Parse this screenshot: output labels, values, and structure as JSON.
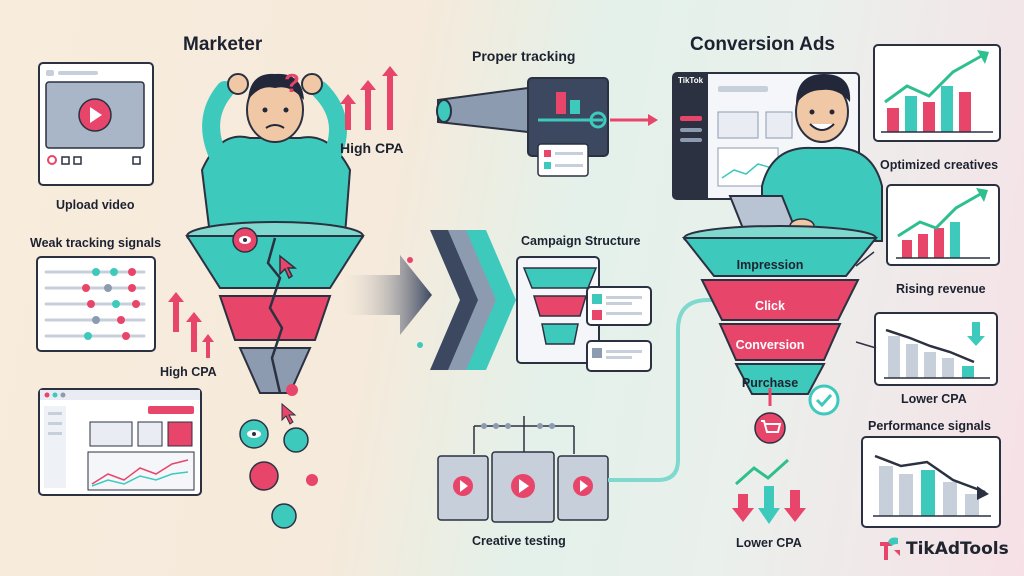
{
  "colors": {
    "teal": "#3ec9bd",
    "pink": "#e8456b",
    "navy": "#2b3140",
    "slate": "#8c9bb0",
    "green": "#2ebf8f"
  },
  "left": {
    "title": "Marketer",
    "upload_label": "Upload video",
    "weak_tracking_label": "Weak tracking signals",
    "high_cpa_top": "High CPA",
    "high_cpa_left": "High CPA"
  },
  "middle": {
    "proper_tracking": "Proper tracking",
    "tiktok_tag": "TikTok",
    "campaign_structure": "Campaign Structure",
    "creative_testing": "Creative testing"
  },
  "right": {
    "title": "Conversion Ads",
    "funnel_stages": [
      "Impression",
      "Click",
      "Conversion",
      "Purchase"
    ],
    "lower_cpa_bottom": "Lower CPA",
    "cards": [
      {
        "label": "Optimized creatives"
      },
      {
        "label": "Rising revenue"
      },
      {
        "label": "Lower CPA"
      },
      {
        "label": "Performance signals"
      }
    ]
  },
  "brand": {
    "name": "TikAdTools"
  }
}
